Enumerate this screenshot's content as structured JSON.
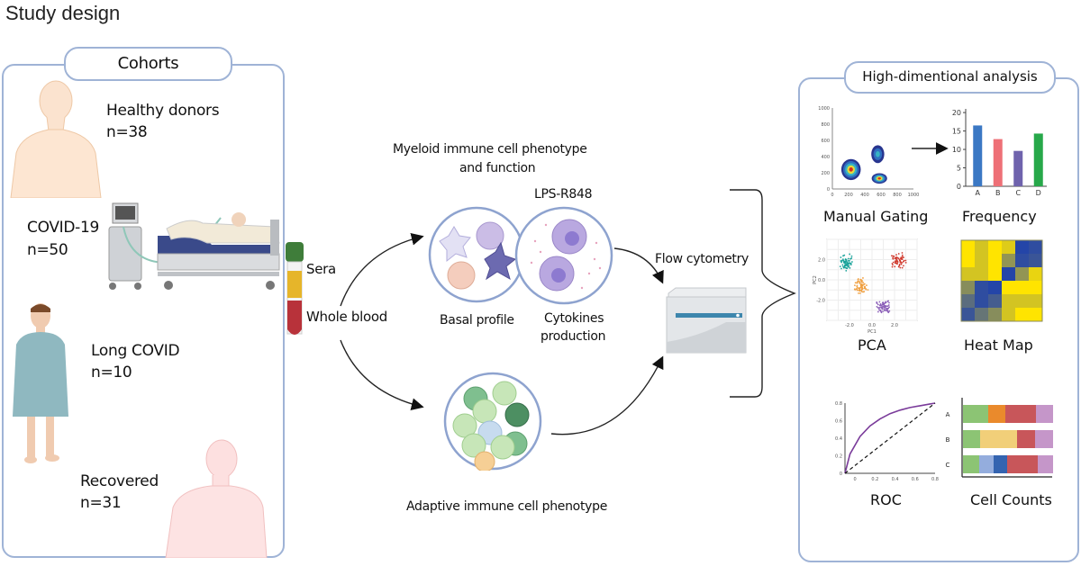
{
  "title": "Study design",
  "cohorts": {
    "header": "Cohorts",
    "groups": [
      {
        "name": "Healthy donors",
        "n": "n=38",
        "icon": "healthy-person-icon"
      },
      {
        "name": "COVID-19",
        "n": "n=50",
        "icon": "hospital-bed-ventilator-icon"
      },
      {
        "name": "Long COVID",
        "n": "n=10",
        "icon": "patient-gown-icon"
      },
      {
        "name": "Recovered",
        "n": "n=31",
        "icon": "recovered-person-icon"
      }
    ]
  },
  "sample": {
    "sera": "Sera",
    "whole_blood": "Whole blood",
    "colors": {
      "cap": "#3f7d3a",
      "sera": "#e6b52a",
      "blood": "#b8323a"
    }
  },
  "myeloid": {
    "title_line1": "Myeloid immune cell phenotype",
    "title_line2": "and function",
    "stimulus": "LPS-R848",
    "basal": "Basal profile",
    "cytokines_line1": "Cytokines",
    "cytokines_line2": "production"
  },
  "adaptive": {
    "title": "Adaptive immune cell phenotype"
  },
  "flow": {
    "label": "Flow cytometry"
  },
  "analysis": {
    "header": "High-dimentional analysis",
    "panels": {
      "manual_gating": "Manual Gating",
      "frequency": "Frequency",
      "pca": "PCA",
      "heat_map": "Heat Map",
      "roc": "ROC",
      "cell_counts": "Cell Counts"
    }
  },
  "chart_data": [
    {
      "type": "scatter",
      "name": "Manual Gating",
      "x_ticks": [
        "0",
        "200",
        "400",
        "600",
        "800",
        "1000"
      ],
      "y_ticks": [
        "0",
        "200",
        "400",
        "600",
        "800",
        "1000"
      ],
      "xlim": [
        0,
        1000
      ],
      "ylim": [
        0,
        1000
      ],
      "clusters": [
        {
          "center": [
            230,
            240
          ],
          "spread": [
            120,
            130
          ]
        },
        {
          "center": [
            560,
            430
          ],
          "spread": [
            80,
            110
          ]
        },
        {
          "center": [
            580,
            130
          ],
          "spread": [
            95,
            65
          ]
        }
      ]
    },
    {
      "type": "bar",
      "name": "Frequency",
      "categories": [
        "A",
        "B",
        "C",
        "D"
      ],
      "values": [
        16.5,
        12.8,
        9.6,
        14.3
      ],
      "colors": [
        "#3b78c4",
        "#ee7077",
        "#6f63ad",
        "#27a84a"
      ],
      "y_ticks": [
        "0",
        "5",
        "10",
        "15",
        "20"
      ],
      "ylim": [
        0,
        21
      ]
    },
    {
      "type": "scatter",
      "name": "PCA",
      "xlabel": "PC1",
      "ylabel": "PC2",
      "x_ticks": [
        "-2.0",
        "0.0",
        "2.0"
      ],
      "y_ticks": [
        "2.0",
        "0.0",
        "-2.0"
      ],
      "xlim": [
        -4,
        4
      ],
      "ylim": [
        -4,
        4
      ],
      "clusters": [
        {
          "center": [
            -2.2,
            1.7
          ],
          "color": "#1aa39a"
        },
        {
          "center": [
            -1.0,
            -0.6
          ],
          "color": "#f0a041"
        },
        {
          "center": [
            2.4,
            1.9
          ],
          "color": "#d03a2e"
        },
        {
          "center": [
            1.0,
            -2.6
          ],
          "color": "#8b5fb8"
        }
      ]
    },
    {
      "type": "heatmap",
      "name": "Heat Map",
      "rows": 6,
      "cols": 6,
      "values": [
        [
          1.0,
          0.8,
          1.0,
          0.85,
          0.0,
          0.05
        ],
        [
          1.0,
          0.8,
          1.0,
          0.5,
          0.05,
          0.1
        ],
        [
          0.8,
          0.8,
          1.0,
          0.0,
          0.5,
          0.9
        ],
        [
          0.45,
          0.05,
          0.0,
          1.0,
          1.0,
          1.0
        ],
        [
          0.25,
          0.05,
          0.15,
          0.8,
          0.8,
          0.8
        ],
        [
          0.1,
          0.3,
          0.45,
          0.8,
          1.0,
          1.0
        ]
      ],
      "color_low": "#2445a8",
      "color_high": "#ffe400"
    },
    {
      "type": "line",
      "name": "ROC",
      "x_ticks": [
        "0",
        "0.2",
        "0.4",
        "0.6",
        "0.8"
      ],
      "y_ticks": [
        "0",
        "0.2",
        "0.4",
        "0.6",
        "0.8"
      ],
      "xlim": [
        -0.1,
        0.8
      ],
      "ylim": [
        0,
        0.8
      ],
      "series": [
        {
          "name": "curve",
          "style": "solid",
          "color": "#7a3b9a",
          "x": [
            -0.1,
            -0.05,
            0.05,
            0.15,
            0.25,
            0.35,
            0.45,
            0.55,
            0.65,
            0.75,
            0.8
          ],
          "y": [
            0,
            0.22,
            0.42,
            0.54,
            0.62,
            0.68,
            0.72,
            0.75,
            0.77,
            0.79,
            0.8
          ]
        },
        {
          "name": "chance",
          "style": "dashed",
          "color": "#111111",
          "x": [
            -0.1,
            0.8
          ],
          "y": [
            0,
            0.8
          ]
        }
      ]
    },
    {
      "type": "bar",
      "name": "Cell Counts",
      "orientation": "horizontal-stacked",
      "categories": [
        "A",
        "B",
        "C"
      ],
      "series": [
        {
          "row": "A",
          "segments": [
            {
              "value": 28,
              "color": "#8cc474"
            },
            {
              "value": 19,
              "color": "#ea8a2c"
            },
            {
              "value": 34,
              "color": "#c8565a"
            },
            {
              "value": 19,
              "color": "#c596c9"
            }
          ]
        },
        {
          "row": "B",
          "segments": [
            {
              "value": 19,
              "color": "#8cc474"
            },
            {
              "value": 41,
              "color": "#f1cf79"
            },
            {
              "value": 20,
              "color": "#c8565a"
            },
            {
              "value": 20,
              "color": "#c596c9"
            }
          ]
        },
        {
          "row": "C",
          "segments": [
            {
              "value": 18,
              "color": "#8cc474"
            },
            {
              "value": 16,
              "color": "#94addd"
            },
            {
              "value": 15,
              "color": "#3464b0"
            },
            {
              "value": 34,
              "color": "#c8565a"
            },
            {
              "value": 17,
              "color": "#c596c9"
            }
          ]
        }
      ]
    }
  ]
}
